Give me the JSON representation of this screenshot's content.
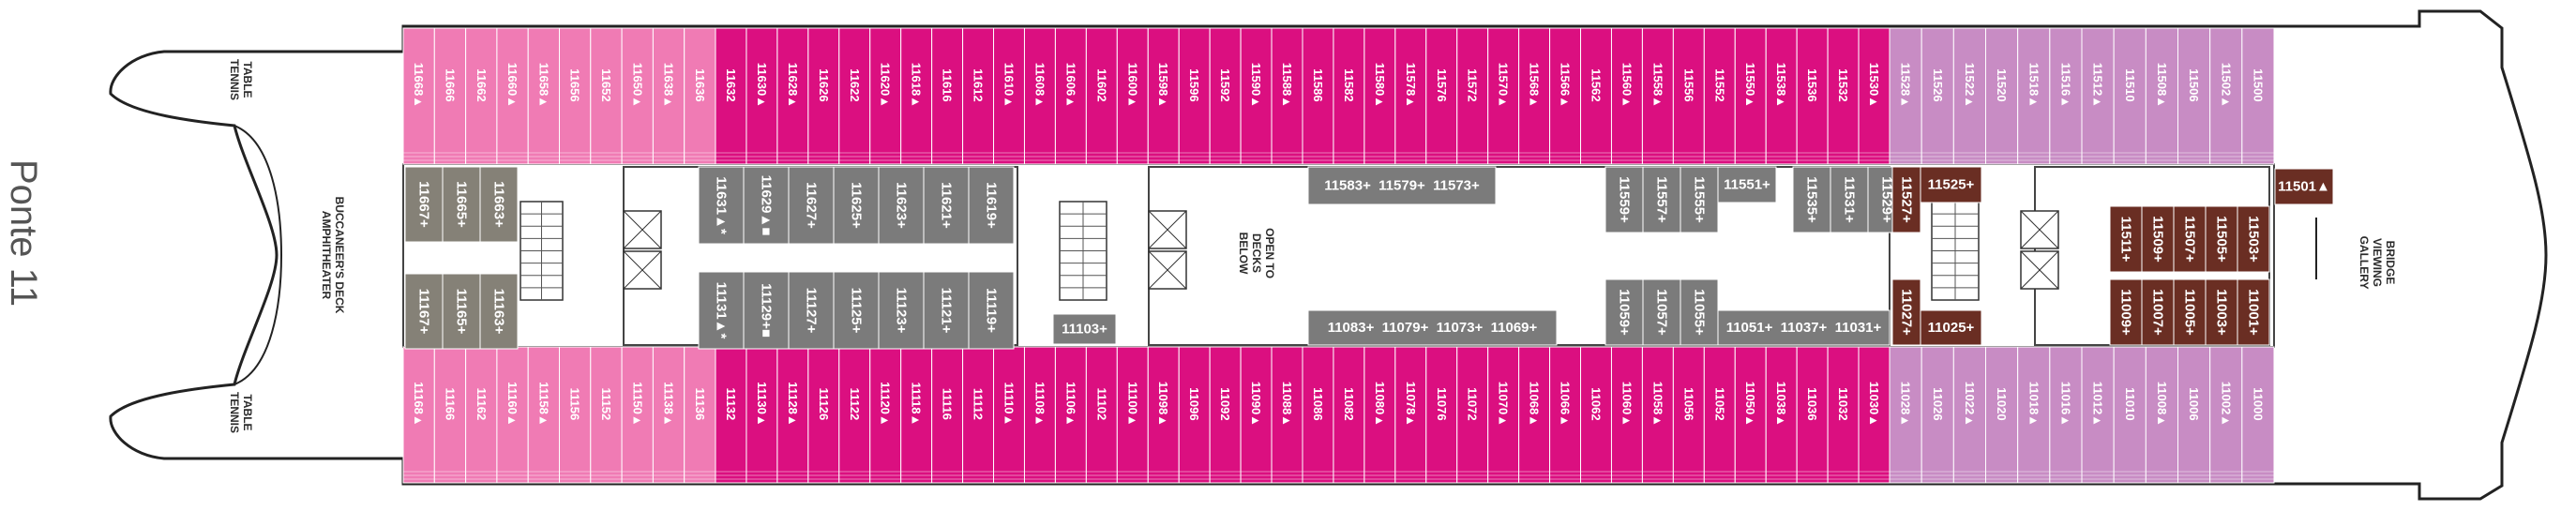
{
  "deck_title": "Ponte 11",
  "colors": {
    "pink_light": "#f07bb4",
    "magenta": "#db0f80",
    "lilac": "#c88cc4",
    "gray": "#7b7b7b",
    "brown": "#6a2e23",
    "taupe": "#858177",
    "outline": "#222222"
  },
  "areas": {
    "table_tennis_top": [
      "TABLE",
      "TENNIS"
    ],
    "table_tennis_bottom": [
      "TABLE",
      "TENNIS"
    ],
    "amphitheater": [
      "BUCCANEER'S DECK",
      "AMPHITHEATER"
    ],
    "open_to_decks_below": [
      "OPEN TO",
      "DECKS",
      "BELOW"
    ],
    "bridge_viewing_gallery": [
      "BRIDGE",
      "VIEWING",
      "GALLERY"
    ]
  },
  "top_row": {
    "pink": [
      "11668▲",
      "11666",
      "11662",
      "11660▲",
      "11658▲",
      "11656",
      "11652",
      "11650▲",
      "11638▲",
      "11636"
    ],
    "magenta": [
      "11632",
      "11630▲",
      "11628▲",
      "11626",
      "11622",
      "11620▲",
      "11618▲",
      "11616",
      "11612",
      "11610▲",
      "11608▲",
      "11606▲",
      "11602",
      "11600▲",
      "11598▲",
      "11596",
      "11592",
      "11590▲",
      "11588▲",
      "11586",
      "11582",
      "11580▲",
      "11578▲",
      "11576",
      "11572",
      "11570▲",
      "11568▲",
      "11566▲",
      "11562",
      "11560▲",
      "11558▲",
      "11556",
      "11552",
      "11550▲",
      "11538▲",
      "11536",
      "11532",
      "11530▲"
    ],
    "lilac": [
      "11528▲",
      "11526",
      "11522▲",
      "11520",
      "11518▲",
      "11516▲",
      "11512▲",
      "11510",
      "11508▲",
      "11506",
      "11502▲",
      "11500"
    ]
  },
  "bottom_row": {
    "pink": [
      "11168▲",
      "11166",
      "11162",
      "11160▲",
      "11158▲",
      "11156",
      "11152",
      "11150▲",
      "11138▲",
      "11136"
    ],
    "magenta": [
      "11132",
      "11130▲",
      "11128▲",
      "11126",
      "11122",
      "11120▲",
      "11118▲",
      "11116",
      "11112",
      "11110▲",
      "11108▲",
      "11106▲",
      "11102",
      "11100▲",
      "11098▲",
      "11096",
      "11092",
      "11090▲",
      "11088▲",
      "11086",
      "11082",
      "11080▲",
      "11078▲",
      "11076",
      "11072",
      "11070▲",
      "11068▲",
      "11066▲",
      "11062",
      "11060▲",
      "11058▲",
      "11056",
      "11052",
      "11050▲",
      "11038▲",
      "11036",
      "11032",
      "11030▲"
    ],
    "lilac": [
      "11028▲",
      "11026",
      "11022▲",
      "11020",
      "11018▲",
      "11016▲",
      "11012▲",
      "11010",
      "11008▲",
      "11006",
      "11002▲",
      "11000"
    ]
  },
  "inner_cabins": {
    "taupe_aft_top": [
      "11667+",
      "11665+",
      "11663+"
    ],
    "taupe_aft_bottom": [
      "11167+",
      "11165+",
      "11163+"
    ],
    "gray_top_a": [
      "11631▲*",
      "11629▲■",
      "11627+",
      "11625+",
      "11623+",
      "11621+",
      "11619+"
    ],
    "gray_bottom_a": [
      "11131▲*",
      "11129+■",
      "11127+",
      "11125+",
      "11123+",
      "11121+",
      "11119+"
    ],
    "gray_11103": "11103+",
    "gray_top_strip": "11583+  11579+  11573+",
    "gray_bottom_strip": "11083+  11079+  11073+  11069+",
    "gray_top_b": [
      "11559+",
      "11557+",
      "11555+"
    ],
    "gray_11551": "11551+",
    "gray_top_c": [
      "11535+",
      "11531+",
      "11529+"
    ],
    "gray_bottom_b": [
      "11059+",
      "11057+",
      "11055+"
    ],
    "gray_bottom_strip2": "11051+  11037+  11031+",
    "brown_11527": "11527+",
    "brown_11525": "11525+",
    "brown_11027": "11027+",
    "brown_11025": "11025+",
    "brown_fwd_top": [
      "11511+",
      "11509+",
      "11507+",
      "11505+",
      "11503+"
    ],
    "brown_fwd_bottom": [
      "11009+",
      "11007+",
      "11005+",
      "11003+",
      "11001+"
    ],
    "brown_11501": "11501▲"
  }
}
